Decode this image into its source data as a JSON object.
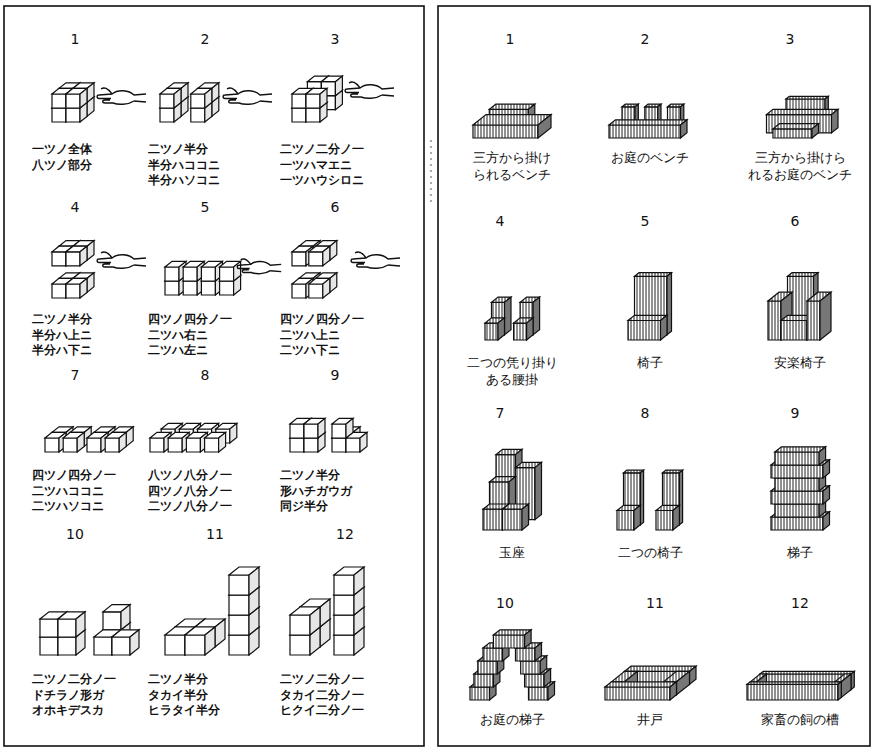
{
  "diagram": {
    "labels": [
      "1",
      "一ツノ全体 八ツノ部分",
      "2",
      "二ツノ半分 半分ハココニ 半分ハソコニ",
      "3",
      "二ツノ二分ノ一 一ツハマエニ 一ツハウシロニ",
      "4",
      "二ツノ半分 半分ハ上ニ 半分ハ下ニ",
      "5",
      "四ツノ四分ノ一 二ツハ右ニ 二ツハ左ニ",
      "6",
      "四ツノ四分ノ一 二ツハ上ニ 二ツハ下ニ",
      "7",
      "四ツノ四分ノ一 二ツハココニ 二ツハソコニ",
      "8",
      "八ツノ八分ノ一 四ツノ八分ノ一 二ツノ八分ノ一",
      "9",
      "二ツノ半分 形ハチガウガ 同ジ半分",
      "10",
      "二ツノ二分ノ一 ドチラノ形ガ オホキデスカ",
      "11",
      "二ツノ半分 タカイ半分 ヒラタイ半分",
      "12",
      "二ツノ二分ノ一 タカイ二分ノ一 ヒクイ二分ノ一",
      "1",
      "三方から掛け られるベンチ",
      "2",
      "お庭のベンチ",
      "3",
      "三方から掛けら れるお庭のベンチ",
      "4",
      "二つの凭り掛り ある腰掛",
      "5",
      "椅子",
      "6",
      "安楽椅子",
      "7",
      "玉座",
      "8",
      "二つの椅子",
      "9",
      "梯子",
      "10",
      "お庭の梯子",
      "11",
      "井戸",
      "12",
      "家畜の飼の槽"
    ]
  }
}
